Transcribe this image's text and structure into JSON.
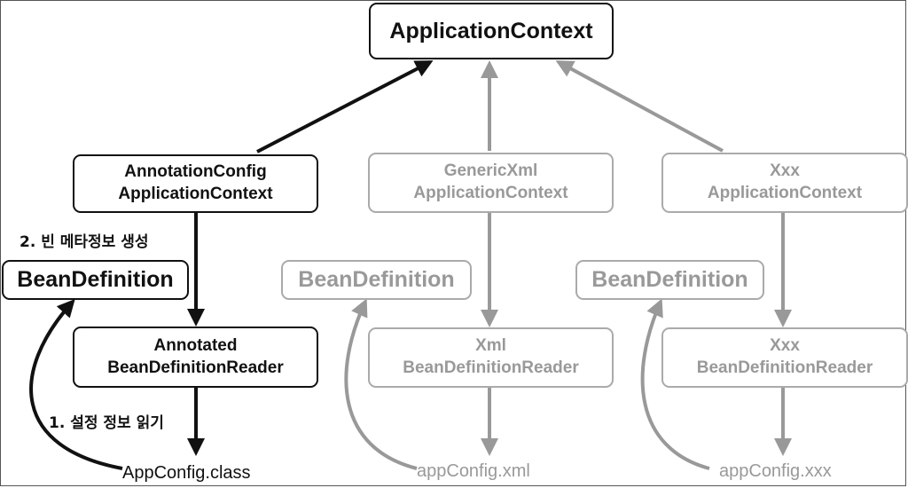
{
  "root": {
    "title": "ApplicationContext"
  },
  "columns": [
    {
      "context": [
        "AnnotationConfig",
        "ApplicationContext"
      ],
      "bean_definition": "BeanDefinition",
      "reader": [
        "Annotated",
        "BeanDefinitionReader"
      ],
      "file": "AppConfig.class",
      "active": true
    },
    {
      "context": [
        "GenericXml",
        "ApplicationContext"
      ],
      "bean_definition": "BeanDefinition",
      "reader": [
        "Xml",
        "BeanDefinitionReader"
      ],
      "file": "appConfig.xml",
      "active": false
    },
    {
      "context": [
        "Xxx",
        "ApplicationContext"
      ],
      "bean_definition": "BeanDefinition",
      "reader": [
        "Xxx",
        "BeanDefinitionReader"
      ],
      "file": "appConfig.xxx",
      "active": false
    }
  ],
  "labels": {
    "step1": "1. 설정 정보 읽기",
    "step2": "2. 빈 메타정보 생성"
  },
  "colors": {
    "active": "#111111",
    "inactive": "#999999",
    "inactive_border": "#aaaaaa"
  }
}
